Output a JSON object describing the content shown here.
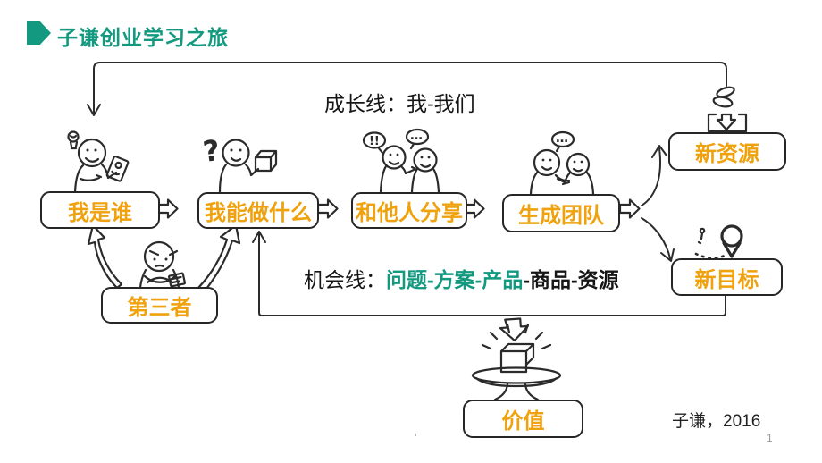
{
  "header": {
    "title": "子谦创业学习之旅"
  },
  "labels": {
    "growth_line": "成长线：我-我们",
    "opportunity_prefix": "机会线：",
    "opportunity_teal": "问题-方案-产品",
    "opportunity_rest": "-商品-资源"
  },
  "boxes": {
    "who_am_i": "我是谁",
    "what_can_i_do": "我能做什么",
    "share_with_others": "和他人分享",
    "form_team": "生成团队",
    "new_resources": "新资源",
    "new_goal": "新目标",
    "third_party": "第三者",
    "value": "价值"
  },
  "doodles": {
    "question_mark": "?",
    "exclamations": "!!",
    "ellipsis_share": "…",
    "ellipsis_team": "…"
  },
  "footer": {
    "credit": "子谦，2016",
    "page_number": "1",
    "stray_mark": "’"
  },
  "colors": {
    "teal": "#12997F",
    "orange": "#EFA20D",
    "ink": "#2B2B2B"
  }
}
